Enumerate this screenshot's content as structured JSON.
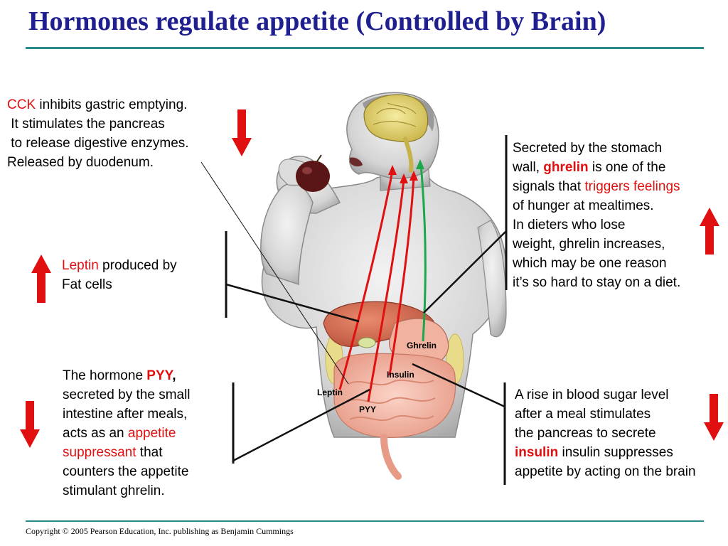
{
  "title": "Hormones regulate appetite (Controlled by Brain)",
  "copyright": "Copyright © 2005 Pearson Education, Inc. publishing as Benjamin Cummings",
  "colors": {
    "title": "#1f1f8f",
    "rule": "#2a8a8a",
    "highlight": "#e01010",
    "arrow_red": "#e01010",
    "arrow_green": "#1aa84a"
  },
  "cck": {
    "l1_term": "CCK",
    "l1_rest": " inhibits gastric emptying.",
    "l2": " It stimulates the pancreas",
    "l3": " to release digestive enzymes.",
    "l4": "Released by duodenum.",
    "arrow": "down"
  },
  "leptin": {
    "term": "Leptin",
    "rest": " produced by",
    "l2": "Fat cells",
    "arrow": "up"
  },
  "pyy": {
    "l1_pre": "The hormone ",
    "l1_term": "PYY",
    "l2": "secreted by the small",
    "l3": "intestine after meals,",
    "l4_pre": "acts as an ",
    "l4_term": "appetite",
    "l5_term": "suppressant",
    "l5_rest": " that",
    "l6": "counters the appetite",
    "l7": "stimulant ghrelin.",
    "arrow": "down"
  },
  "ghrelin": {
    "l1": "Secreted by the stomach",
    "l2_pre": "wall, ",
    "l2_term": "ghrelin",
    "l2_rest": " is one of the",
    "l3_pre": "signals that ",
    "l3_term": "triggers feelings",
    "l4": "of hunger at mealtimes.",
    "l5": "In dieters who lose",
    "l6": "weight, ghrelin increases,",
    "l7": "which may be one reason",
    "l8": "it’s so hard to stay on a diet.",
    "arrow": "up"
  },
  "insulin": {
    "l1": "A rise in blood sugar level",
    "l2": "after a meal stimulates",
    "l3": "the pancreas to secrete",
    "l4_term": "insulin",
    "l4_rest": " insulin suppresses",
    "l5": "appetite by acting on the brain",
    "arrow": "down"
  },
  "figure_labels": {
    "ghrelin": "Ghrelin",
    "insulin": "Insulin",
    "leptin": "Leptin",
    "pyy": "PYY"
  }
}
